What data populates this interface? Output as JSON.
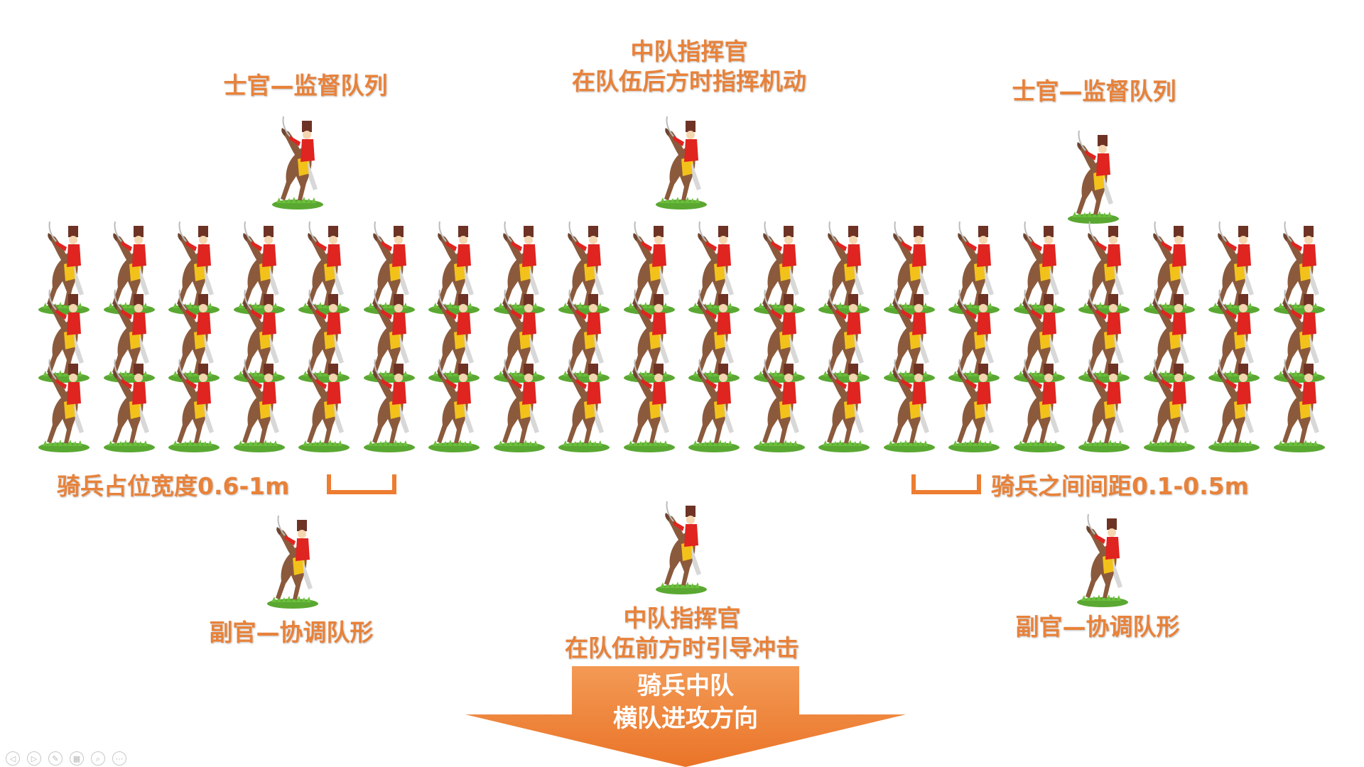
{
  "labels": {
    "sergeant_left": "士官—监督队列",
    "sergeant_right": "士官—监督队列",
    "commander_rear_line1": "中队指挥官",
    "commander_rear_line2": "在队伍后方时指挥机动",
    "rider_width": "骑兵占位宽度0.6-1m",
    "rider_gap": "骑兵之间间距0.1-0.5m",
    "deputy_left": "副官—协调队形",
    "deputy_right": "副官—协调队形",
    "commander_front_line1": "中队指挥官",
    "commander_front_line2": "在队伍前方时引导冲击"
  },
  "arrow": {
    "line1": "骑兵中队",
    "line2": "横队进攻方向"
  },
  "formation": {
    "ranks": 3,
    "files": 20
  },
  "colors": {
    "label": "#e8823a",
    "arrow": "#ed7d31",
    "coat": "#e02420",
    "horse": "#8b5a3c",
    "grass": "#5aa832"
  },
  "toolbar": {
    "icons": [
      "prev-icon",
      "next-icon",
      "pen-icon",
      "slides-icon",
      "zoom-icon",
      "more-icon"
    ]
  }
}
